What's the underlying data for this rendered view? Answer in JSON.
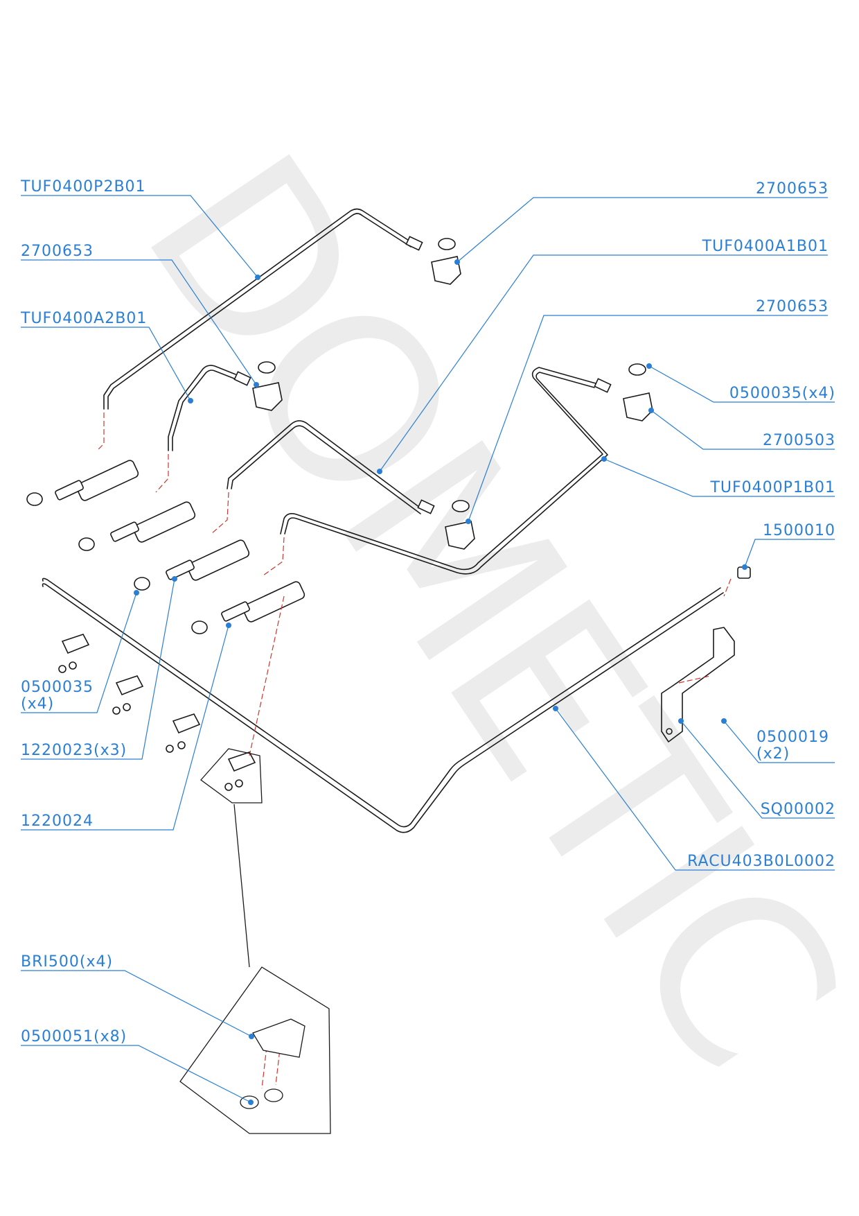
{
  "watermark": "DOMETIC",
  "colors": {
    "callout": "#2a7fd4",
    "line": "#1a1a1a",
    "axis_dashed": "#d0342c",
    "watermark": "#ececec"
  },
  "callouts": {
    "tuf0400p2b01": "TUF0400P2B01",
    "c2700653_top_right": "2700653",
    "c2700653_left": "2700653",
    "tuf0400a1b01": "TUF0400A1B01",
    "tuf0400a2b01": "TUF0400A2B01",
    "c2700653_mid_right": "2700653",
    "c0500035_right": "0500035(x4)",
    "c2700503": "2700503",
    "tuf0400p1b01": "TUF0400P1B01",
    "c1500010": "1500010",
    "c0500035_left_line1": "0500035",
    "c0500035_left_line2": "(x4)",
    "c1220023": "1220023(x3)",
    "c0500019_line1": "0500019",
    "c0500019_line2": "(x2)",
    "c1220024": "1220024",
    "sq00002": "SQ00002",
    "racu403b0l0002": "RACU403B0L0002",
    "bri500": "BRI500(x4)",
    "c0500051": "0500051(x8)"
  }
}
